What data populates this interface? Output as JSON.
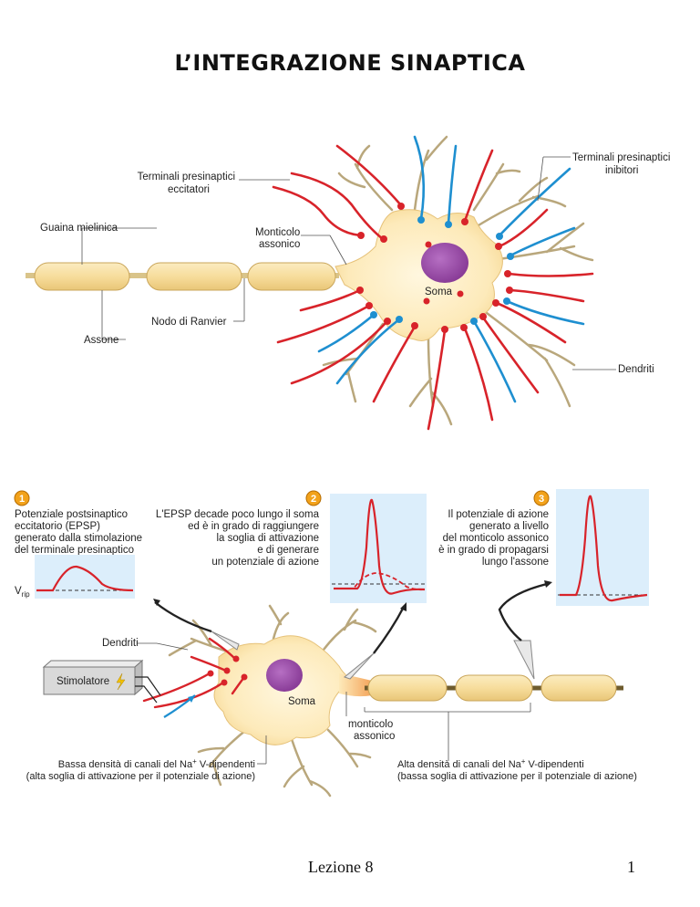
{
  "title": "L’INTEGRAZIONE SINAPTICA",
  "top_labels": {
    "exc_terminals_1": "Terminali presinaptici",
    "exc_terminals_2": "eccitatori",
    "inh_terminals_1": "Terminali presinaptici",
    "inh_terminals_2": "inibitori",
    "myelin": "Guaina mielinica",
    "hillock_1": "Monticolo",
    "hillock_2": "assonico",
    "soma": "Soma",
    "ranvier": "Nodo di Ranvier",
    "axon": "Assone",
    "dendrites": "Dendriti"
  },
  "steps": [
    {
      "num": "1",
      "lines": [
        "Potenziale postsinaptico",
        "eccitatorio (EPSP)",
        "generato dalla stimolazione",
        "del terminale presinaptico"
      ]
    },
    {
      "num": "2",
      "lines": [
        "L'EPSP decade poco lungo il soma",
        "ed è in grado di raggiungere",
        "la soglia di attivazione",
        "e di generare",
        "un potenziale di azione"
      ]
    },
    {
      "num": "3",
      "lines": [
        "Il potenziale di azione",
        "generato a livello",
        "del monticolo assonico",
        "è in grado di propagarsi",
        "lungo l'assone"
      ]
    }
  ],
  "bottom_labels": {
    "vrip": "V",
    "vrip_sub": "rip",
    "dendrites": "Dendriti",
    "stimulator": "Stimolatore",
    "soma": "Soma",
    "hillock_1": "monticolo",
    "hillock_2": "assonico",
    "low_density_1": "Bassa densità di canali del Na",
    "low_density_sup": "+",
    "low_density_2": " V-dipendenti",
    "low_density_3": "(alta soglia di attivazione per il potenziale di azione)",
    "high_density_1": "Alta densità di canali del Na",
    "high_density_sup": "+",
    "high_density_2": " V-dipendenti",
    "high_density_3": "(bassa soglia di attivazione per il potenziale di azione)"
  },
  "footer": {
    "lesson": "Lezione 8",
    "page": "1"
  },
  "colors": {
    "excitatory": "#d8232a",
    "inhibitory": "#1e8fd0",
    "dendrite": "#b9a77c",
    "cell": "#fdeaba",
    "nucleus": "#9b4fa8",
    "myelin": "#f6dc9a",
    "panel": "#dceefb"
  }
}
